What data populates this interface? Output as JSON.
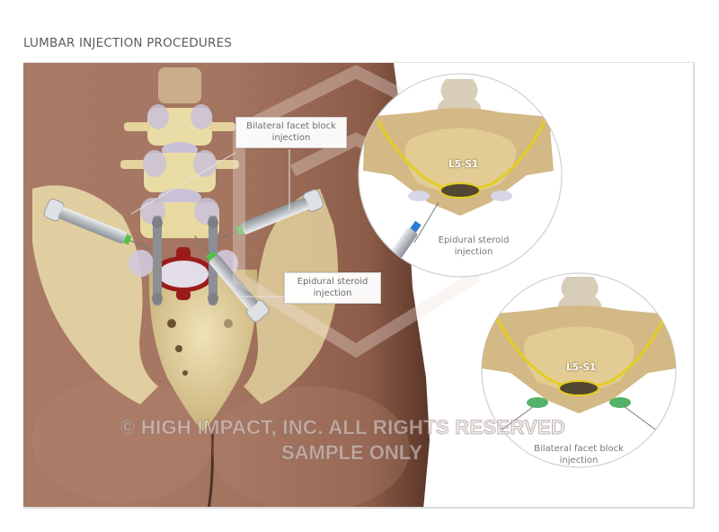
{
  "title": "LUMBAR INJECTION PROCEDURES",
  "main_illustration": {
    "callouts": [
      {
        "id": "facet",
        "line1": "Bilateral facet block",
        "line2": "injection"
      },
      {
        "id": "epidural",
        "line1": "Epidural steroid",
        "line2": "injection"
      }
    ]
  },
  "insets": [
    {
      "level_label": "L5-S1",
      "caption_line1": "Epidural steroid",
      "caption_line2": "injection"
    },
    {
      "level_label": "L5-S1",
      "caption_line1": "Bilateral facet block",
      "caption_line2": "injection"
    }
  ],
  "watermark": {
    "line1": "© HIGH IMPACT, INC. ALL RIGHTS RESERVED",
    "line2": "SAMPLE ONLY"
  },
  "colors": {
    "skin": "#a97862",
    "skin_dark": "#6e4535",
    "bone": "#e6d6a4",
    "nerve": "#e8d22a",
    "disc": "#c9c1d8",
    "inflamed": "#9b1b1b",
    "syringe": "#c8ccd0",
    "title_text": "#5c5c5c"
  }
}
